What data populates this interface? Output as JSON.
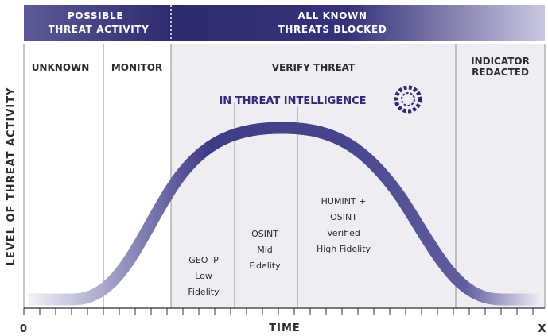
{
  "header": {
    "left_line1": "POSSIBLE",
    "left_line2": "THREAT ACTIVITY",
    "right_line1": "ALL KNOWN",
    "right_line2": "THREATS BLOCKED"
  },
  "columns": {
    "unknown": "UNKNOWN",
    "monitor": "MONITOR",
    "verify": "VERIFY THREAT",
    "redacted_line1": "INDICATOR",
    "redacted_line2": "REDACTED"
  },
  "intel_label": "IN THREAT INTELLIGENCE",
  "stages": {
    "geo": [
      "GEO IP",
      "Low",
      "Fidelity"
    ],
    "osint": [
      "OSINT",
      "Mid",
      "Fidelity"
    ],
    "humint": [
      "HUMINT +",
      "OSINT",
      "Verified",
      "High Fidelity"
    ]
  },
  "axes": {
    "y_label": "LEVEL OF THREAT ACTIVITY",
    "x_label": "TIME",
    "x_start": "0",
    "x_end": "X"
  },
  "icons": {
    "intel": "dashed-ring-icon"
  },
  "colors": {
    "header_dark": "#2e2b6e",
    "curve": "#3f3f86",
    "shade": "#f0edf2",
    "title_blue": "#2e2b78"
  }
}
